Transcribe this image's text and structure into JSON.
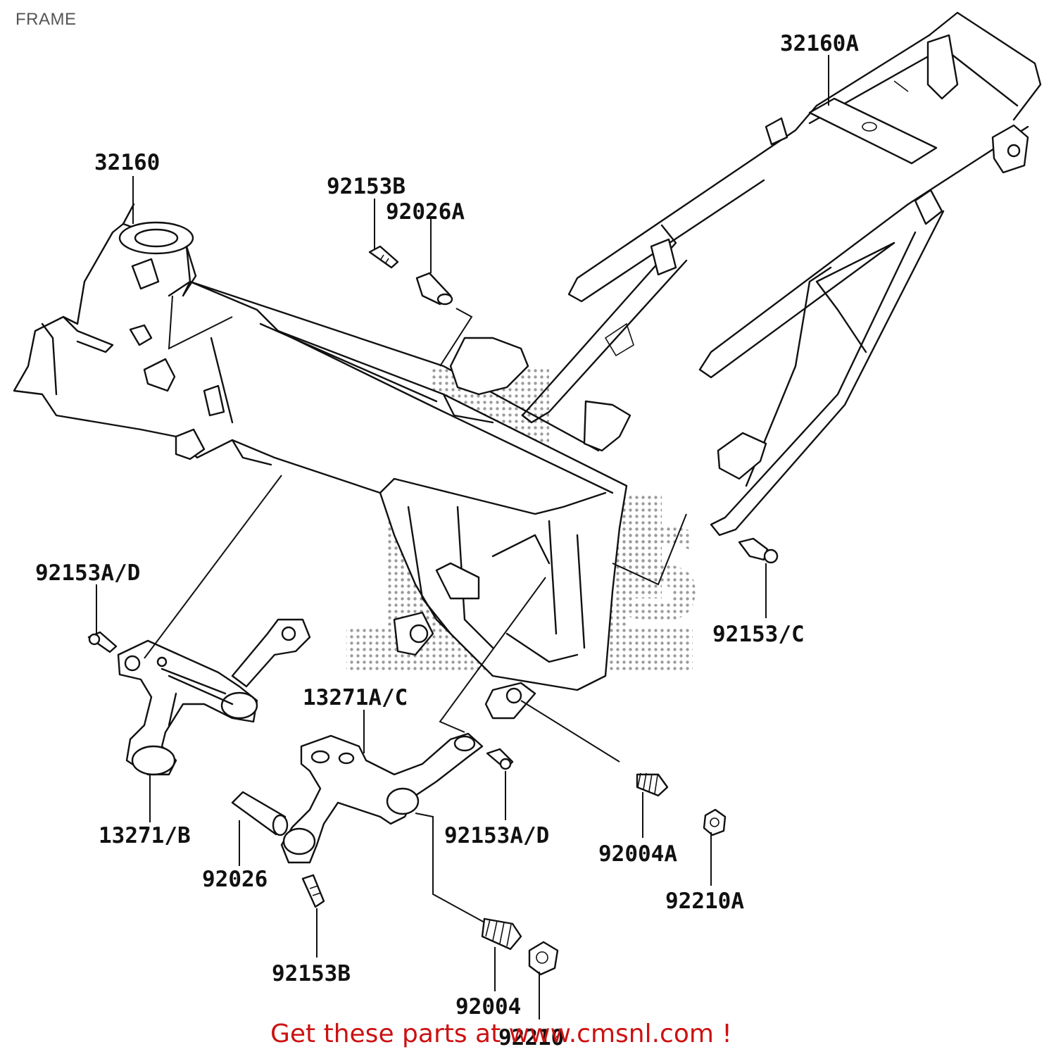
{
  "header": {
    "title": "FRAME"
  },
  "parts": [
    {
      "id": "32160A",
      "label": "32160A"
    },
    {
      "id": "32160",
      "label": "32160"
    },
    {
      "id": "92153B_top",
      "label": "92153B"
    },
    {
      "id": "92026A",
      "label": "92026A"
    },
    {
      "id": "92153A_D_left",
      "label": "92153A/D"
    },
    {
      "id": "92153_C",
      "label": "92153/C"
    },
    {
      "id": "13271A_C",
      "label": "13271A/C"
    },
    {
      "id": "13271_B",
      "label": "13271/B"
    },
    {
      "id": "92153A_D_mid",
      "label": "92153A/D"
    },
    {
      "id": "92004A",
      "label": "92004A"
    },
    {
      "id": "92026",
      "label": "92026"
    },
    {
      "id": "92210A",
      "label": "92210A"
    },
    {
      "id": "92153B_bottom",
      "label": "92153B"
    },
    {
      "id": "92004",
      "label": "92004"
    },
    {
      "id": "92210",
      "label": "92210"
    }
  ],
  "footer": {
    "link_text": "Get these parts at www.cmsnl.com !",
    "color": "#cc1111"
  },
  "watermark": {
    "text": "CMS"
  }
}
